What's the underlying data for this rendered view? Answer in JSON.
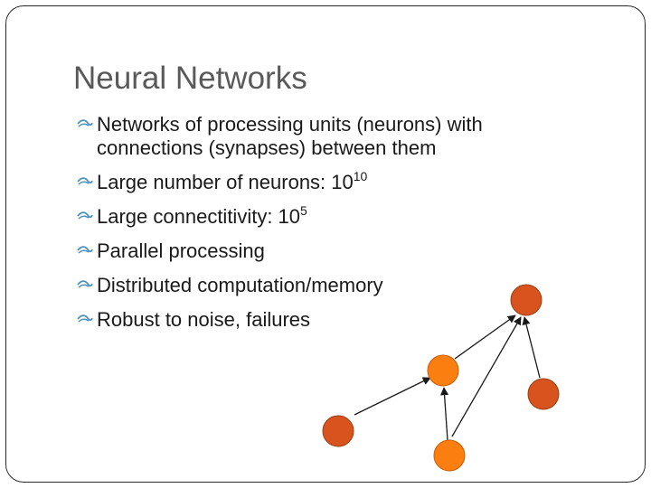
{
  "slide": {
    "title": "Neural Networks",
    "bullets": [
      {
        "text": "Networks of processing units (neurons) with connections (synapses) between them"
      },
      {
        "text": "Large number of neurons: 10",
        "sup": "10"
      },
      {
        "text": "Large connectitivity: 10",
        "sup": "5"
      },
      {
        "text": "Parallel processing"
      },
      {
        "text": "Distributed computation/memory"
      },
      {
        "text": "Robust to noise, failures"
      }
    ]
  },
  "colors": {
    "title": "#595959",
    "bullet_marker": "#4b8fbd",
    "neuron_dark": "#d9531e",
    "neuron_light": "#fb7e10",
    "neuron_stroke": "#9a3e12",
    "arrow": "#1a1a1a"
  },
  "icons": {
    "bullet": "flag-bullet-icon"
  }
}
